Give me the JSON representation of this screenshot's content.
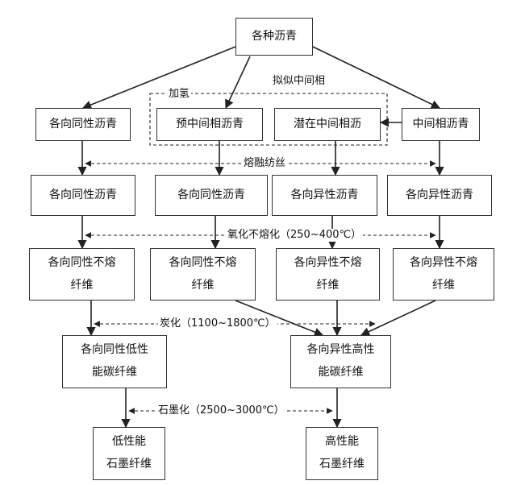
{
  "nodes": {
    "source": "各种沥青",
    "iso_pitch": "各向同性沥青",
    "pre_meso": "预中间相沥青",
    "latent_meso": "潜在中间相沥",
    "meso": "中间相沥青",
    "spun_iso_1": "各向同性沥青",
    "spun_iso_2": "各向同性沥青",
    "spun_aniso_1": "各向异性沥青",
    "spun_aniso_2": "各向异性沥青",
    "stab_iso_1": [
      "各向同性不熔",
      "纤维"
    ],
    "stab_iso_2": [
      "各向同性不熔",
      "纤维"
    ],
    "stab_aniso_1": [
      "各向异性不熔",
      "纤维"
    ],
    "stab_aniso_2": [
      "各向异性不熔",
      "纤维"
    ],
    "carbon_low": [
      "各向同性低性",
      "能碳纤维"
    ],
    "carbon_high": [
      "各向异性高性",
      "能碳纤维"
    ],
    "graphite_low": [
      "低性能",
      "石墨纤维"
    ],
    "graphite_high": [
      "高性能",
      "石墨纤维"
    ]
  },
  "labels": {
    "hydrogenation": "加氢",
    "pseudo_meso": "拟似中间相",
    "melt_spinning": "熔融纺丝",
    "stabilization": "氧化不熔化（250~400℃）",
    "carbonization": "炭化（1100~1800℃）",
    "graphitization": "石墨化（2500~3000℃）"
  }
}
